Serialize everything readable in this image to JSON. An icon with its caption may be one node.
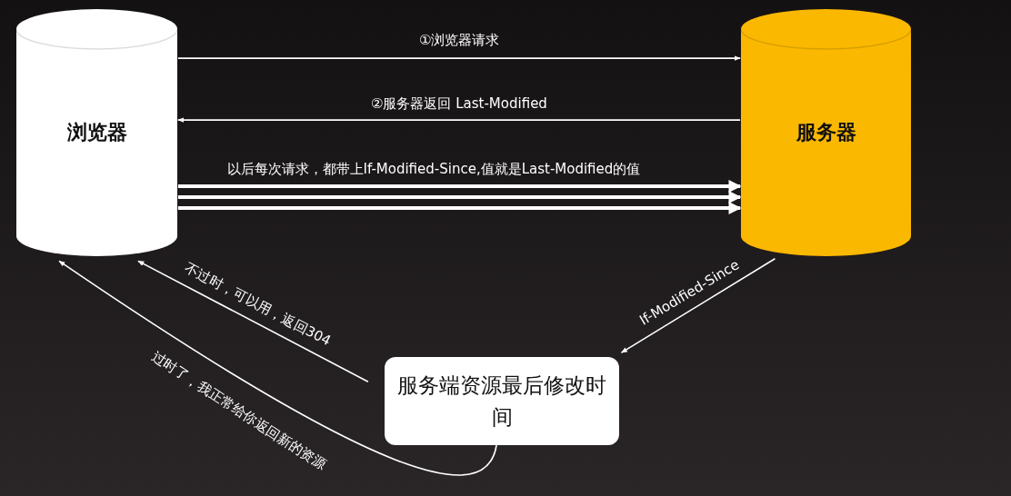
{
  "diagram": {
    "nodes": [
      {
        "text": [
          "浏览器"
        ]
      },
      {
        "text": [
          "服务器"
        ]
      },
      {
        "text": [
          "服务端资源最后修改时间"
        ]
      }
    ],
    "edges": [
      {
        "from": 0,
        "to": 1,
        "arrow": "to",
        "label": "①浏览器请求"
      },
      {
        "from": 1,
        "to": 0,
        "arrow": "to",
        "label": "②服务器返回 Last-Modified"
      },
      {
        "from": 0,
        "to": 1,
        "arrow": "to",
        "style": "thick",
        "label": "以后每次请求，都带上If-Modified-Since,值就是Last-Modified的值"
      },
      {
        "from": 0,
        "to": 1,
        "arrow": "to",
        "style": "thick"
      },
      {
        "from": 0,
        "to": 1,
        "arrow": "to",
        "style": "thick"
      },
      {
        "from": 1,
        "to": 2,
        "arrow": "to",
        "label": "If-Modified-Since"
      },
      {
        "from": 2,
        "to": 0,
        "arrow": "to",
        "label": "不过时，可以用，返回304"
      },
      {
        "from": 2,
        "to": 0,
        "arrow": "to",
        "label": "过时了，我正常给你返回新的资源"
      }
    ]
  }
}
